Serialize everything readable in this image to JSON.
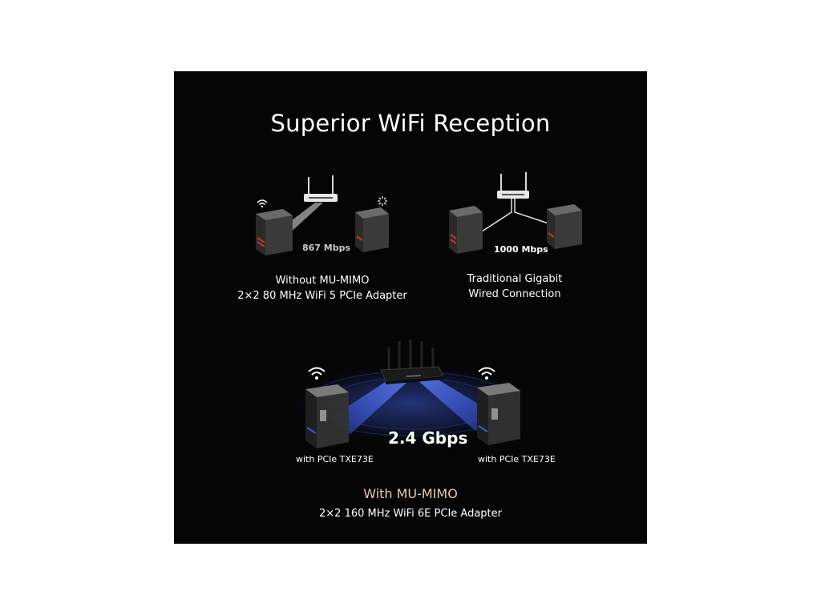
{
  "title": "Superior WiFi Reception",
  "left_scene": {
    "speed": "867 Mbps",
    "caption_line1": "Without MU-MIMO",
    "caption_line2": "2×2 80 MHz WiFi 5 PCIe Adapter"
  },
  "right_scene": {
    "speed": "1000 Mbps",
    "caption_line1": "Traditional Gigabit",
    "caption_line2": "Wired Connection"
  },
  "bottom_scene": {
    "speed": "2.4 Gbps",
    "left_label": "with PCIe TXE73E",
    "right_label": "with PCIe TXE73E",
    "caption_title": "With MU-MIMO",
    "caption_sub": "2×2 160 MHz WiFi 6E PCIe Adapter"
  },
  "colors": {
    "background": "#050505",
    "accent_peach": "#e8c8a5",
    "beam_blue": "#3d5bd6",
    "pc_red_led": "#c0392b"
  }
}
